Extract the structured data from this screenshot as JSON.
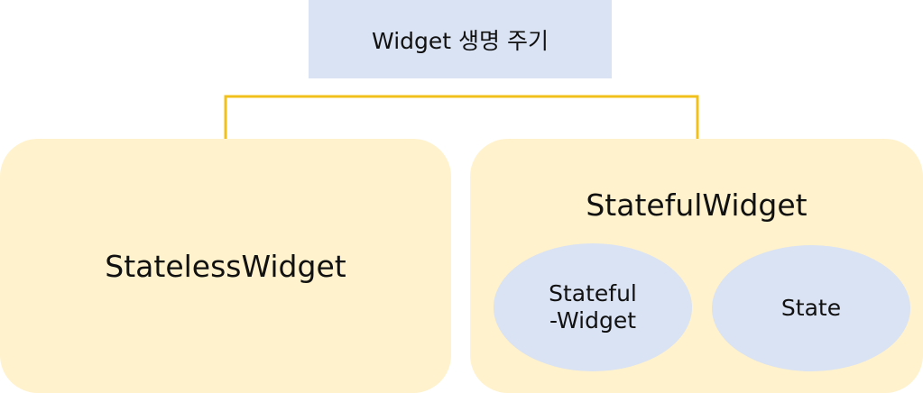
{
  "title": "Widget 생명 주기",
  "stateless": {
    "label": "StatelessWidget"
  },
  "stateful": {
    "label": "StatefulWidget",
    "parts": [
      {
        "line1": "Stateful",
        "line2": "-Widget"
      },
      {
        "line1": "State",
        "line2": ""
      }
    ]
  },
  "colors": {
    "title_fill": "#dae3f3",
    "card_fill": "#fff2cc",
    "ellipse_fill": "#dae3f3",
    "connector": "#f2c01a"
  }
}
